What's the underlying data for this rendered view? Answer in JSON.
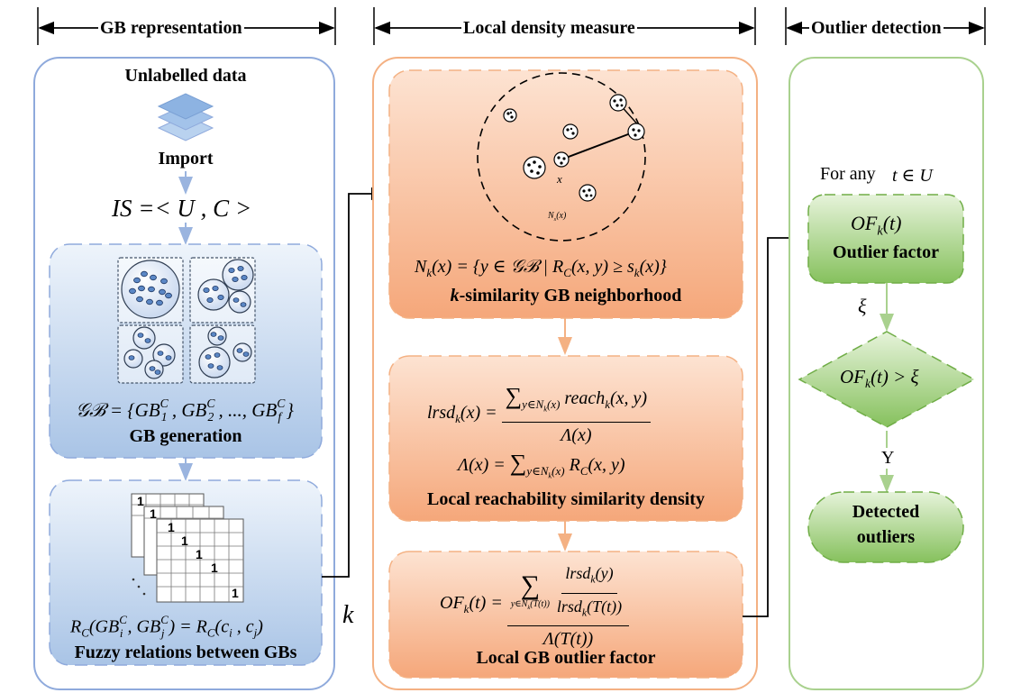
{
  "sections": {
    "left": "GB representation",
    "middle": "Local density measure",
    "right": "Outlier detection"
  },
  "left_panel": {
    "unlabelled_data": "Unlabelled data",
    "import": "Import",
    "is_formula": "IS =< U, C >",
    "gb_set_formula": "𝒢ℬ = {GB1C, GB2C, ..., GBfC}",
    "gb_generation": "GB generation",
    "matrix_one": "1",
    "relation_formula": "RC(GBiC, GBjC) = RC(ci, cj)",
    "fuzzy_relations": "Fuzzy relations between GBs"
  },
  "k_label": "k",
  "middle_panel": {
    "x_label": "x",
    "neighborhood_small": "Ns(x)",
    "neighborhood_formula": "Nk(x) = {y ∈ 𝒢ℬ | RC(x, y) ≥ sk(x)}",
    "neighborhood_title": "k-similarity GB neighborhood",
    "lrsd_lhs": "lrsdk(x) =",
    "lrsd_num": "∑y∈Nk(x) reachk(x, y)",
    "lrsd_den": "Λ(x)",
    "lambda_formula": "Λ(x) = ∑y∈Nk(x) RC(x, y)",
    "density_title": "Local reachability similarity density",
    "of_lhs": "OFk(t) =",
    "of_sum": "∑",
    "of_sum_sub": "y∈Nk(T(t))",
    "of_inner_num": "lrsdk(y)",
    "of_inner_den": "lrsdk(T(t))",
    "of_den": "Λ(T(t))",
    "of_title": "Local GB outlier factor"
  },
  "right_panel": {
    "for_any": "For any",
    "t_in_u": "t ∈ U",
    "of_box_formula": "OFk(t)",
    "of_box_label": "Outlier factor",
    "xi": "ξ",
    "diamond_formula": "OFk(t) > ξ",
    "yes": "Y",
    "detected_1": "Detected",
    "detected_2": "outliers"
  },
  "colors": {
    "blue_border": "#8faadc",
    "blue_fill": "#c5d9f1",
    "orange_border": "#f4b183",
    "orange_fill": "#f8b795",
    "green_border": "#a9d18e",
    "green_fill": "#8fc66a",
    "ball_fill": "#5b87c5"
  }
}
